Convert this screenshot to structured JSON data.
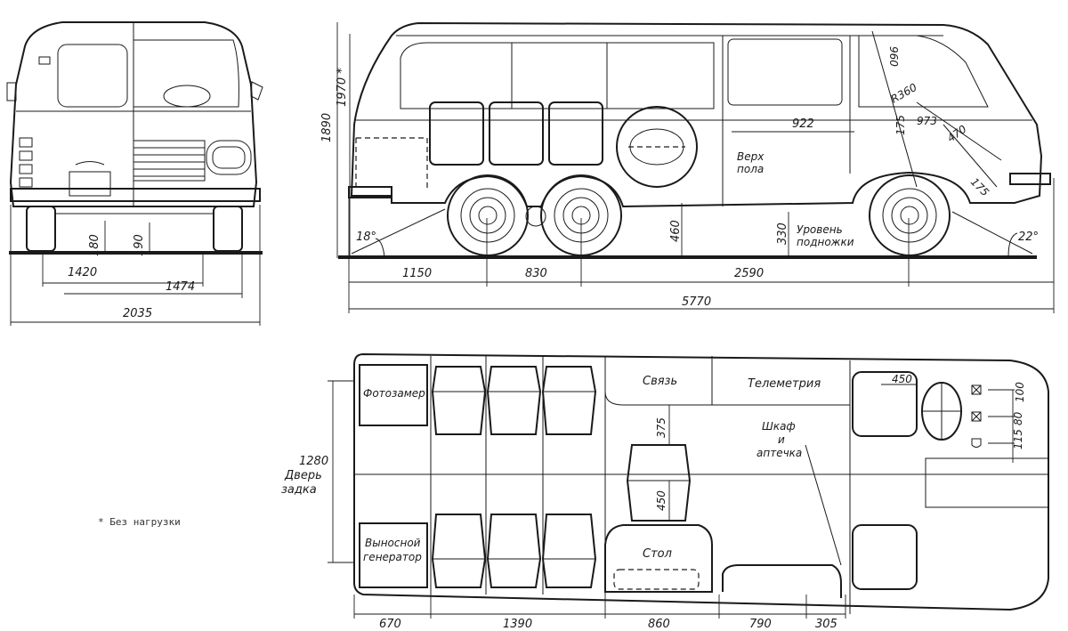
{
  "front_view": {
    "dimensions": {
      "ground_clearance_front": "180",
      "ground_clearance_rear": "190",
      "track_front": "1420",
      "track_rear": "1474",
      "overall_width": "2035"
    }
  },
  "side_view": {
    "dimensions": {
      "height_laden": "1890",
      "height_unladen": "1970 *",
      "rear_overhang": "1150",
      "rear_axle_spacing": "830",
      "wheelbase": "2590",
      "overall_length": "5770",
      "floor_height": "460",
      "step_height": "330",
      "cab_width": "922",
      "seat_depth": "960",
      "steering_radius": "R360",
      "seat_height": "973",
      "seat_angle": "470",
      "pedal_travel": "175",
      "small_value": "175",
      "departure_angle": "18°",
      "approach_angle": "22°"
    },
    "labels": {
      "floor_top": "Верх\nпола",
      "step_level": "Уровень\nподножки"
    }
  },
  "plan_view": {
    "rooms": {
      "photo_metering": "Фотозамер",
      "remote_generator": "Выносной\nгенератор",
      "communication": "Связь",
      "telemetry": "Телеметрия",
      "table": "Стол",
      "cabinet": "Шкаф\nи\nаптечка"
    },
    "dimensions": {
      "rear_door_width": "1280",
      "rear_door_label": "Дверь\nзадка",
      "aisle_width": "375",
      "seat_width": "450",
      "driver_seat": "450",
      "dim_100": "100",
      "dim_80": "80",
      "dim_115": "115",
      "length_670": "670",
      "length_1390": "1390",
      "length_860": "860",
      "length_790": "790",
      "length_305": "305"
    }
  },
  "footnote": "* Без нагрузки"
}
